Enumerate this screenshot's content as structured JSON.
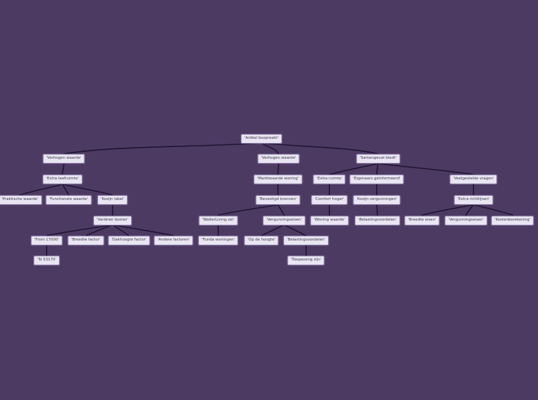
{
  "colors": {
    "background": "#4d3a63",
    "node-fill": "#e9e5f2",
    "node-border": "#9181ad",
    "node-text": "#3c3548",
    "edge": "#1e1430"
  },
  "nodes": {
    "root": "'Artikel bespreekt'",
    "verhogen_waarde": "'Verhogen waarde'",
    "extra_leefruimte": "'Extra leefruimte'",
    "praktische_waarde": "'Praktische waarde'",
    "functionele_waarde": "'Functionele waarde'",
    "kozijn_label": "'Kozijn label'",
    "varieren_kosten": "'Variëren kosten'",
    "from_17000": "'From 17000'",
    "breedte_factor": "'Breedte factor'",
    "dakhoogte_factor": "'Dakhoogte factor'",
    "andere_factoren": "'Andere factoren'",
    "to_53170": "'To 53170'",
    "verhogen_waarde_c": "'Verhogen waarde'",
    "marktwaarde_woning": "'Marktwaarde woning'",
    "bevestigd_bronnen": "'Bevestigd bronnen'",
    "walterliving_zei": "'WalterLiving zei'",
    "vergunningseisen_c": "'Vergunningseisen'",
    "funda_woningen": "'Funda woningen'",
    "op_de_hoogte": "'Op de hoogte'",
    "belastingvoordelen_c": "'Belastingvoordelen'",
    "toepassing_zijn": "'Toepassing zijn'",
    "samengevat_biedt": "'Samengevat biedt'",
    "extra_ruimte": "'Extra ruimte'",
    "eigenaars_geinformeerd": "'Eigenaars geïnformeerd'",
    "veelgestelde_vragen": "'Veelgestelde vragen'",
    "comfort_hoger": "'Comfort hoger'",
    "kozijn_vergunningen": "'Kozijn vergunningen'",
    "extra_richtlijnen": "'Extra richtlijnen'",
    "woning_waarde": "'Woning waarde'",
    "belastingvoordelen_r": "'Belastingvoordelen'",
    "breedte_eisen": "'Breedte eisen'",
    "vergunningseisen_r": "'Vergunningseisen'",
    "kostenberekening": "'Kostenberekening'"
  }
}
